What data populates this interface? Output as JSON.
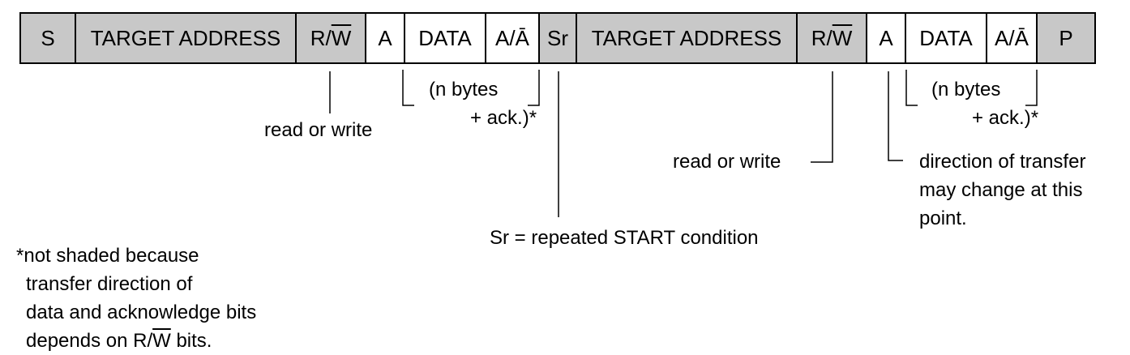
{
  "frame": {
    "cells": [
      {
        "id": "s",
        "label": "S",
        "shaded": true
      },
      {
        "id": "target-address-1",
        "label": "TARGET ADDRESS",
        "shaded": true
      },
      {
        "id": "rw-1",
        "label": "R/W",
        "overline": "W",
        "shaded": true
      },
      {
        "id": "ack-1",
        "label": "A",
        "shaded": false
      },
      {
        "id": "data-1",
        "label": "DATA",
        "shaded": false
      },
      {
        "id": "ack-nack-1",
        "label": "A/Ā",
        "shaded": false
      },
      {
        "id": "sr",
        "label": "Sr",
        "shaded": true
      },
      {
        "id": "target-address-2",
        "label": "TARGET ADDRESS",
        "shaded": true
      },
      {
        "id": "rw-2",
        "label": "R/W",
        "overline": "W",
        "shaded": true
      },
      {
        "id": "ack-2",
        "label": "A",
        "shaded": false
      },
      {
        "id": "data-2",
        "label": "DATA",
        "shaded": false
      },
      {
        "id": "ack-nack-2",
        "label": "A/Ā",
        "shaded": false
      },
      {
        "id": "p",
        "label": "P",
        "shaded": true
      }
    ]
  },
  "annotations": {
    "read_or_write_1": "read or write",
    "n_bytes_1_line1": "(n bytes",
    "n_bytes_1_line2": "+ ack.)*",
    "read_or_write_2": "read or write",
    "n_bytes_2_line1": "(n bytes",
    "n_bytes_2_line2": "+ ack.)*",
    "direction_line1": "direction of transfer",
    "direction_line2": "may change at this",
    "direction_line3": "point.",
    "sr_definition": "Sr = repeated START condition"
  },
  "footnote": {
    "line1": "*not shaded because",
    "line2": "transfer direction of",
    "line3": "data and acknowledge bits",
    "line4_prefix": "depends on R/",
    "line4_overline": "W",
    "line4_suffix": " bits."
  },
  "colors": {
    "shaded": "#c8c8c8",
    "unshaded": "#ffffff",
    "line": "#000000"
  }
}
